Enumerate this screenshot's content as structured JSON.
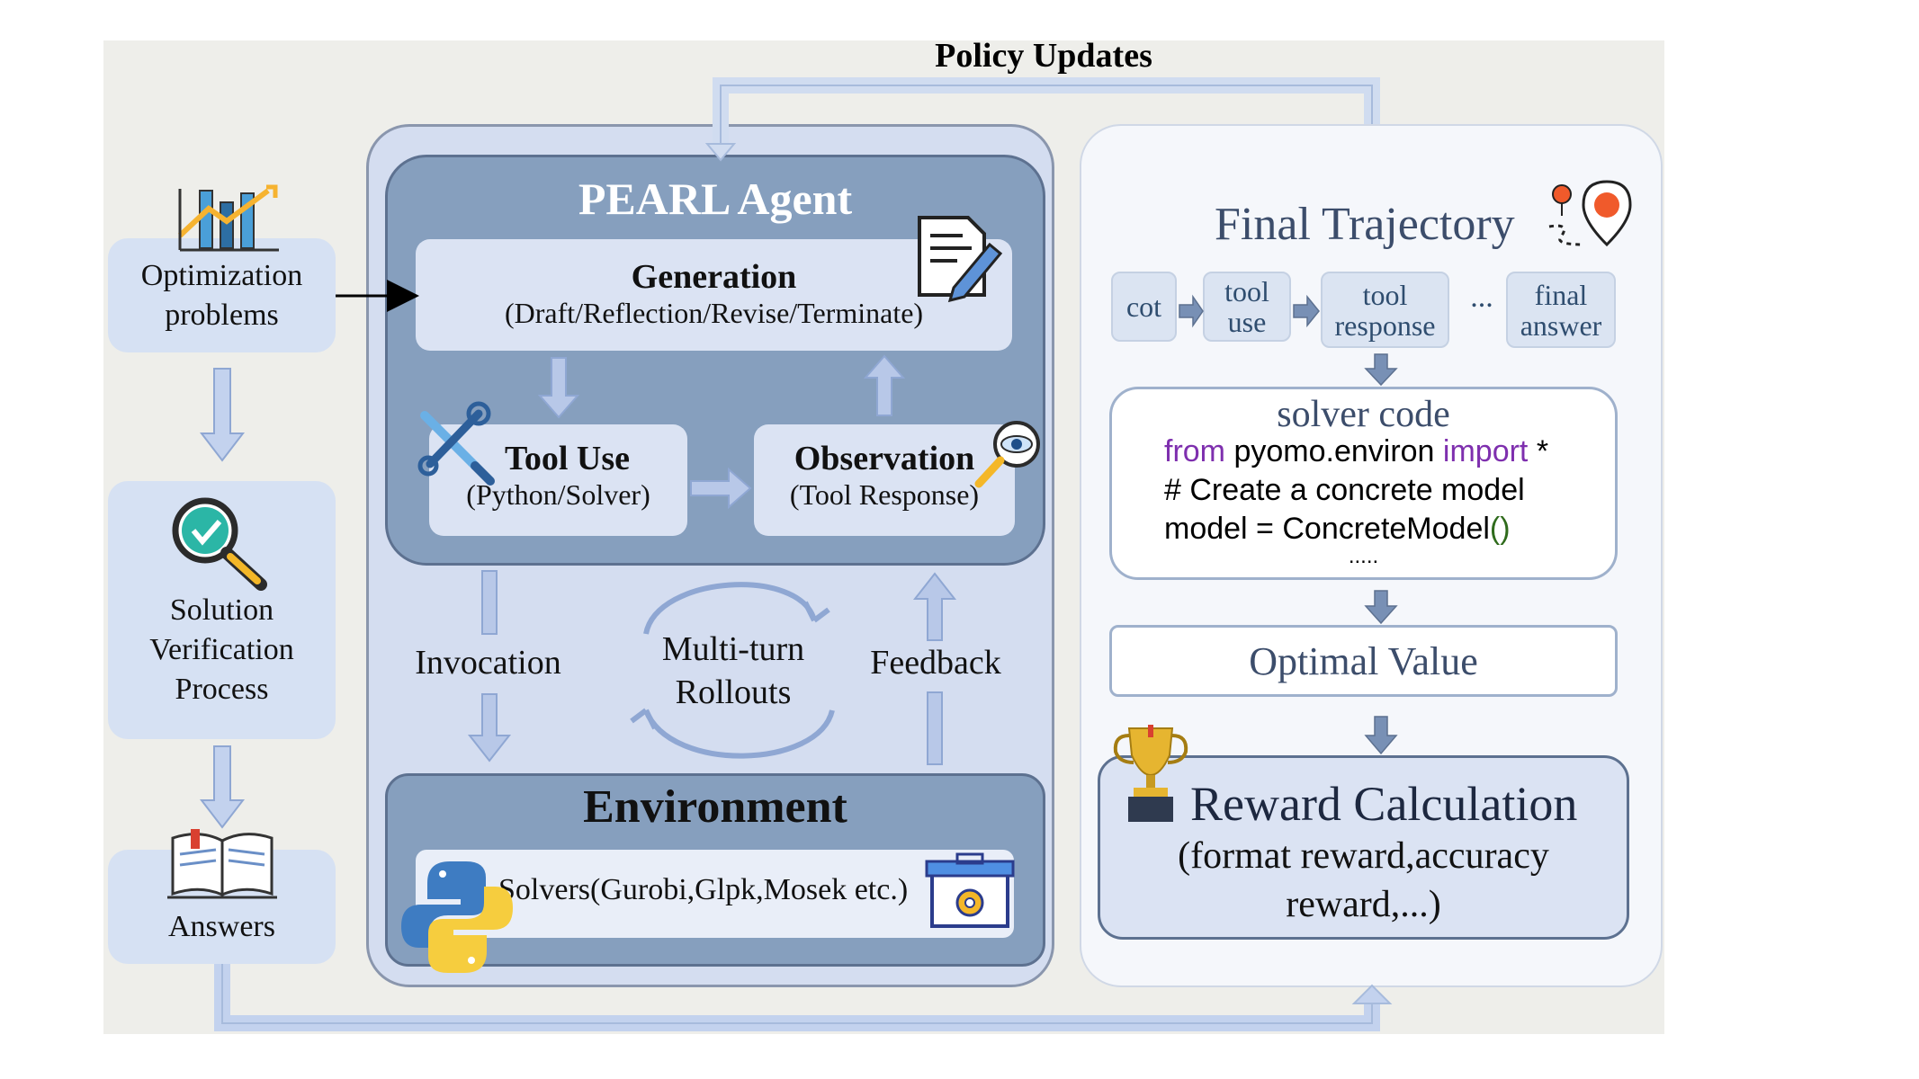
{
  "policy_updates": "Policy Updates",
  "left": {
    "optimization": [
      "Optimization",
      "problems"
    ],
    "verification": [
      "Solution",
      "Verification",
      "Process"
    ],
    "answers": "Answers"
  },
  "agent": {
    "title": "PEARL Agent",
    "generation_title": "Generation",
    "generation_sub": "(Draft/Reflection/Revise/Terminate)",
    "tool_use_title": "Tool Use",
    "tool_use_sub": "(Python/Solver)",
    "observation_title": "Observation",
    "observation_sub": "(Tool Response)"
  },
  "middle": {
    "invocation": "Invocation",
    "multiturn": [
      "Multi-turn",
      "Rollouts"
    ],
    "feedback": "Feedback"
  },
  "environment": {
    "title": "Environment",
    "solvers": "Solvers(Gurobi,Glpk,Mosek etc.)"
  },
  "trajectory": {
    "title": "Final Trajectory",
    "chips": [
      [
        "cot"
      ],
      [
        "tool",
        "use"
      ],
      [
        "tool",
        "response"
      ],
      [
        "final",
        "answer"
      ]
    ],
    "ellipsis": "...",
    "solver_code_title": "solver code",
    "code": {
      "line1_kw1": "from",
      "line1_mod": " pyomo.environ ",
      "line1_kw2": "import",
      "line1_star": " *",
      "line2": "# Create a concrete model",
      "line3_main": "model = ConcreteModel",
      "line3_paren": "()",
      "dots": "....."
    },
    "optimal_value": "Optimal Value",
    "reward_title": "Reward Calculation",
    "reward_sub": [
      "(format reward,accuracy",
      "reward,...)"
    ]
  },
  "colors": {
    "arrow_fill": "#b8c8e8",
    "arrow_stroke": "#8fa7d3",
    "dark_arrow": "#5d7190",
    "agent_dark": "#869fbe",
    "panel_light": "#d6e1f3"
  }
}
